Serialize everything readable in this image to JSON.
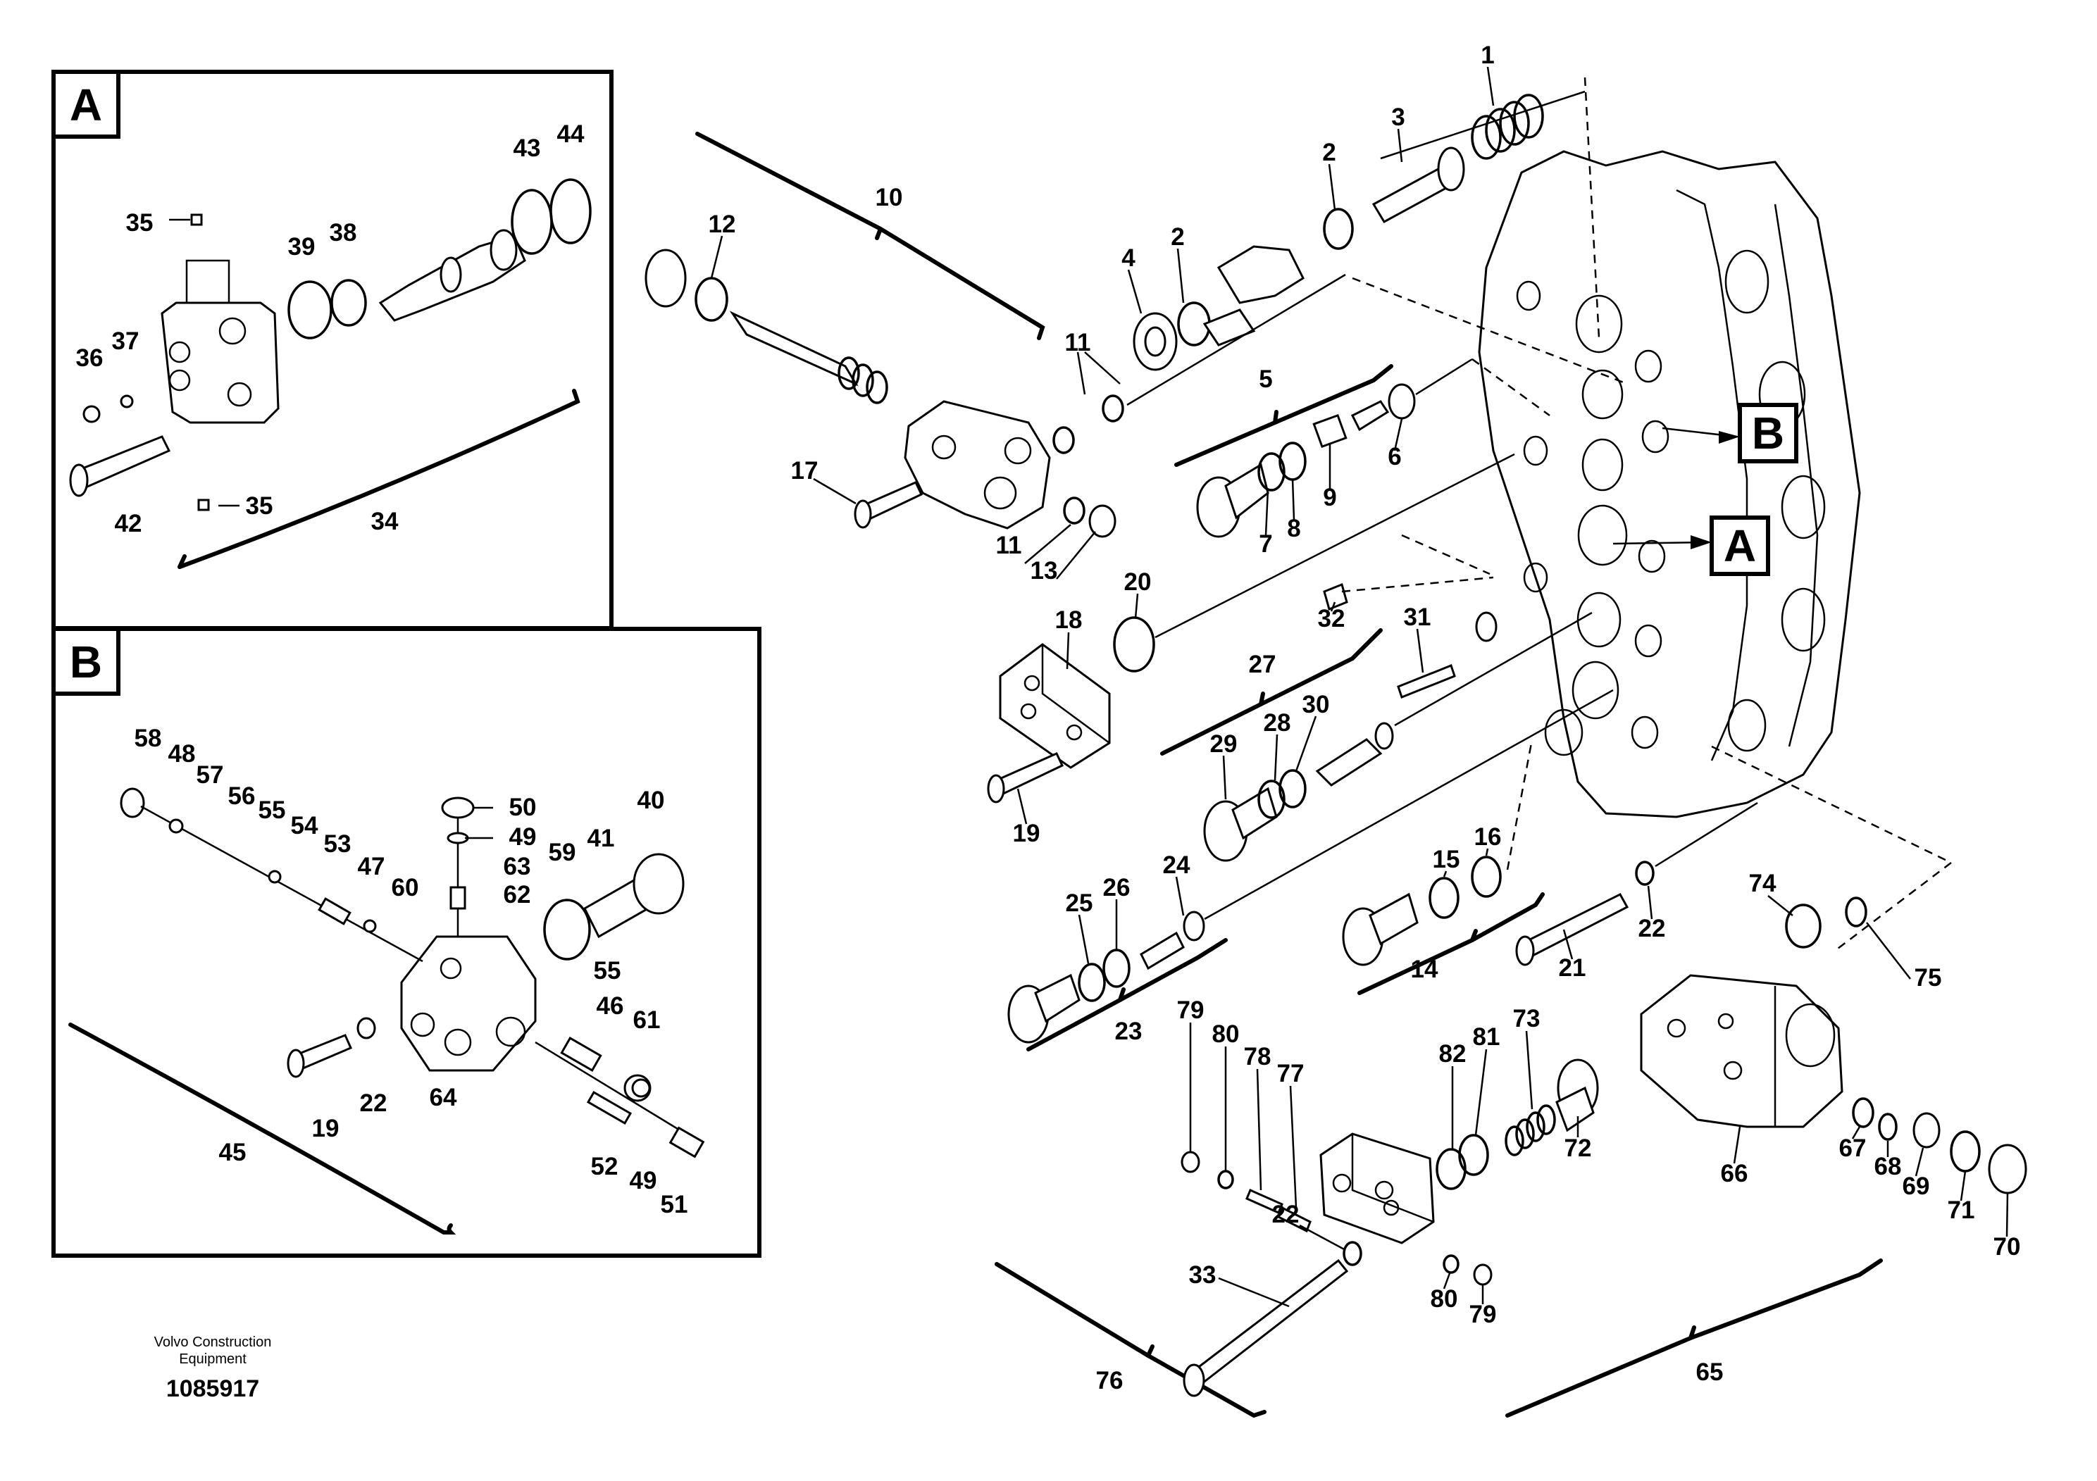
{
  "insets": {
    "a": {
      "letter": "A"
    },
    "b": {
      "letter": "B"
    }
  },
  "callouts": {
    "a": "A",
    "b": "B"
  },
  "footer": {
    "company_line1": "Volvo Construction",
    "company_line2": "Equipment",
    "drawing_number": "1085917"
  },
  "part_labels": {
    "p1": "1",
    "p2a": "2",
    "p2b": "2",
    "p3": "3",
    "p4": "4",
    "p5": "5",
    "p6": "6",
    "p7": "7",
    "p8": "8",
    "p9": "9",
    "p10": "10",
    "p11a": "11",
    "p11b": "11",
    "p12": "12",
    "p13": "13",
    "p14": "14",
    "p15": "15",
    "p16": "16",
    "p17": "17",
    "p18": "18",
    "p19": "19",
    "p20": "20",
    "p21": "21",
    "p22": "22",
    "p23": "23",
    "p24": "24",
    "p25": "25",
    "p26": "26",
    "p27": "27",
    "p28": "28",
    "p29": "29",
    "p30": "30",
    "p31": "31",
    "p32": "32",
    "p33": "33",
    "p65": "65",
    "p66": "66",
    "p67": "67",
    "p68": "68",
    "p69": "69",
    "p70": "70",
    "p71": "71",
    "p72": "72",
    "p73": "73",
    "p74": "74",
    "p75": "75",
    "p76": "76",
    "p77": "77",
    "p78": "78",
    "p79a": "79",
    "p79b": "79",
    "p80a": "80",
    "p80b": "80",
    "p81": "81",
    "p82": "82",
    "p22b": "22",
    "a35a": "35",
    "a35b": "35",
    "a36": "36",
    "a37": "37",
    "a38": "38",
    "a39": "39",
    "a42": "42",
    "a43": "43",
    "a44": "44",
    "a34": "34",
    "b58": "58",
    "b48": "48",
    "b57": "57",
    "b56": "56",
    "b55a": "55",
    "b54": "54",
    "b53": "53",
    "b47": "47",
    "b60": "60",
    "b50": "50",
    "b49a": "49",
    "b63": "63",
    "b62": "62",
    "b59": "59",
    "b41": "41",
    "b40": "40",
    "b55b": "55",
    "b46": "46",
    "b61": "61",
    "b19": "19",
    "b22": "22",
    "b64": "64",
    "b52": "52",
    "b49b": "49",
    "b51": "51",
    "b45": "45"
  }
}
